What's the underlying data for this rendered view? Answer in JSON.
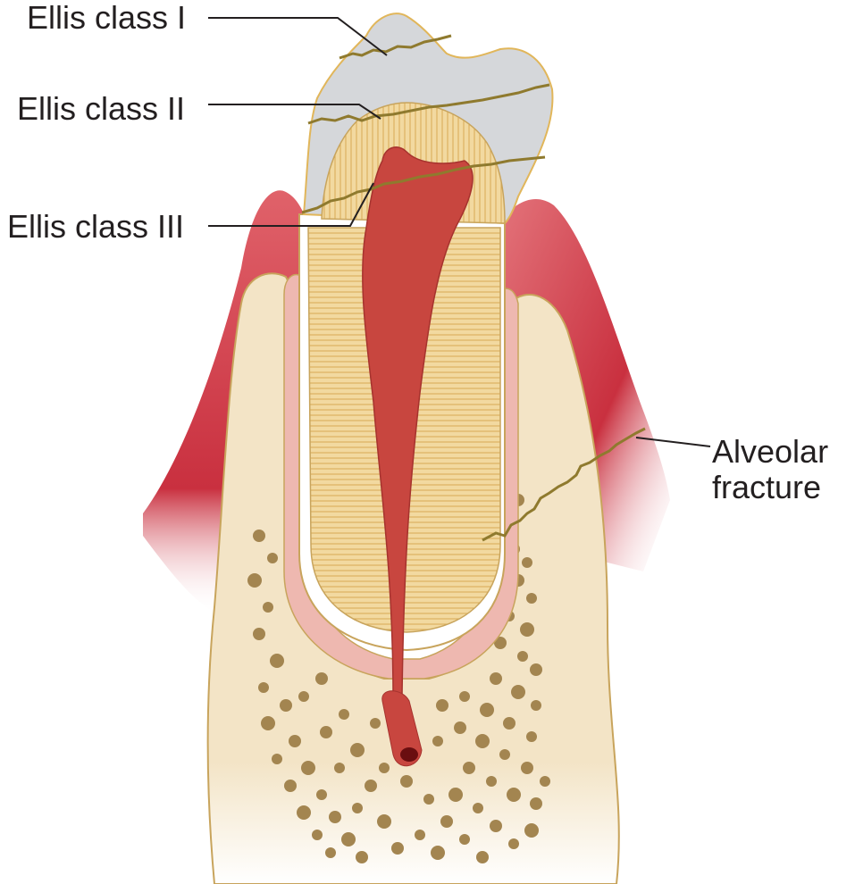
{
  "labels": {
    "ellis_class_1": "Ellis class I",
    "ellis_class_2": "Ellis class II",
    "ellis_class_3": "Ellis class III",
    "alveolar_fracture_line1": "Alveolar",
    "alveolar_fracture_line2": "fracture"
  },
  "colors": {
    "gum": "#d9545e",
    "gum_dark": "#c03545",
    "bone": "#f3e4c6",
    "bone_outline": "#c8a45c",
    "bone_spots": "#a38550",
    "enamel": "#d5d7da",
    "dentin": "#f2d9a0",
    "pulp": "#c8463f",
    "pdl": "#eeb8b0",
    "fracture": "#8f7a2e",
    "leader": "#231f20"
  }
}
